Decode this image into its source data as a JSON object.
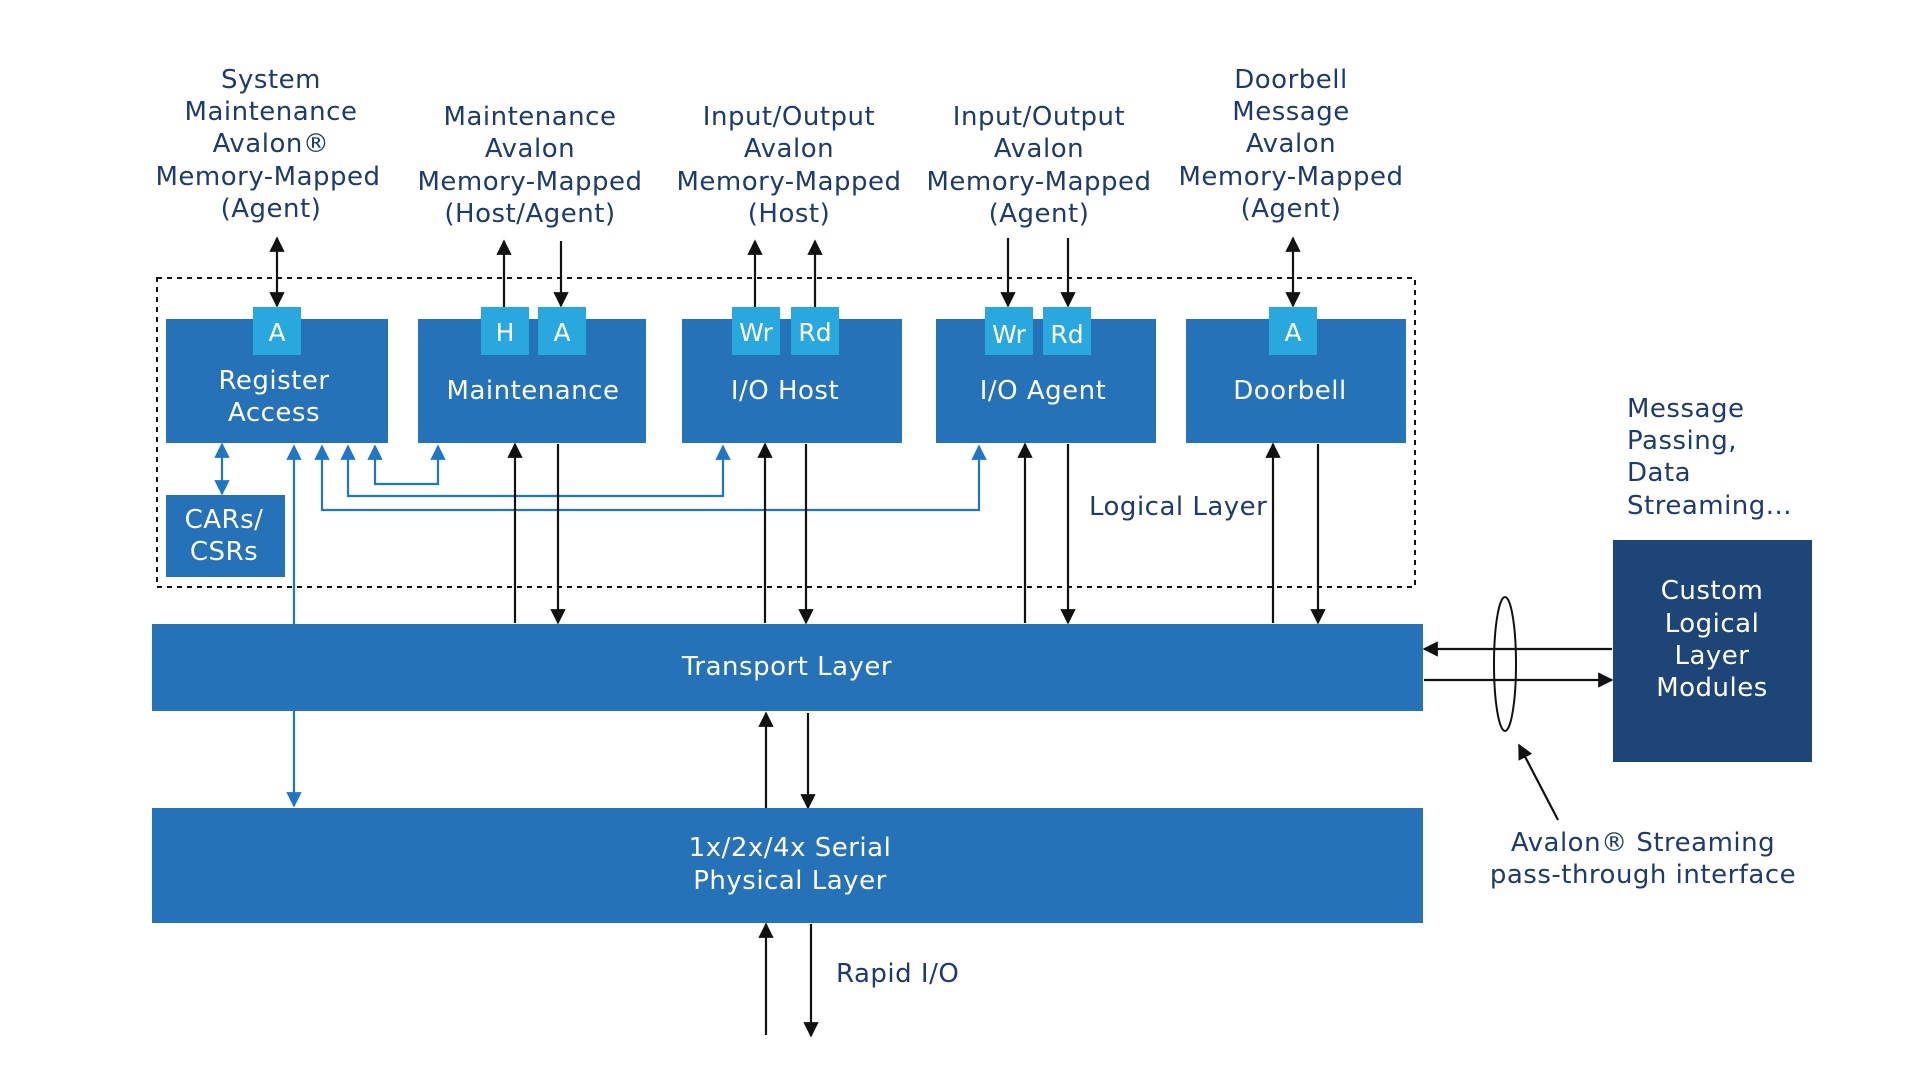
{
  "colors": {
    "block": "#2672b8",
    "port": "#29a8e0",
    "custom_block": "#1e4578",
    "wire_blue": "#1f76c6",
    "label": "#1e3a6e"
  },
  "interfaces": {
    "sys_maint": [
      "System",
      "Maintenance",
      "Avalon®",
      "Memory-Mapped",
      "(Agent)"
    ],
    "maint": [
      "Maintenance",
      "Avalon",
      "Memory-Mapped",
      "(Host/Agent)"
    ],
    "io_host": [
      "Input/Output",
      "Avalon",
      "Memory-Mapped",
      "(Host)"
    ],
    "io_agent": [
      "Input/Output",
      "Avalon",
      "Memory-Mapped",
      "(Agent)"
    ],
    "doorbell": [
      "Doorbell",
      "Message",
      "Avalon",
      "Memory-Mapped",
      "(Agent)"
    ]
  },
  "blocks": {
    "register_access": [
      "Register",
      "Access"
    ],
    "maintenance": "Maintenance",
    "io_host": "I/O Host",
    "io_agent": "I/O Agent",
    "doorbell": "Doorbell",
    "cars": [
      "CARs/",
      "CSRs"
    ],
    "transport": "Transport Layer",
    "physical": [
      "1x/2x/4x Serial",
      "Physical Layer"
    ],
    "custom": [
      "Custom",
      "Logical",
      "Layer",
      "Modules"
    ]
  },
  "ports": {
    "a": "A",
    "h": "H",
    "wr": "Wr",
    "rd": "Rd"
  },
  "labels": {
    "logical_layer": "Logical Layer",
    "rapid_io": "Rapid I/O",
    "message_passing": [
      "Message",
      "Passing,",
      "Data",
      "Streaming..."
    ],
    "streaming_iface": [
      "Avalon® Streaming",
      "pass-through interface"
    ]
  }
}
